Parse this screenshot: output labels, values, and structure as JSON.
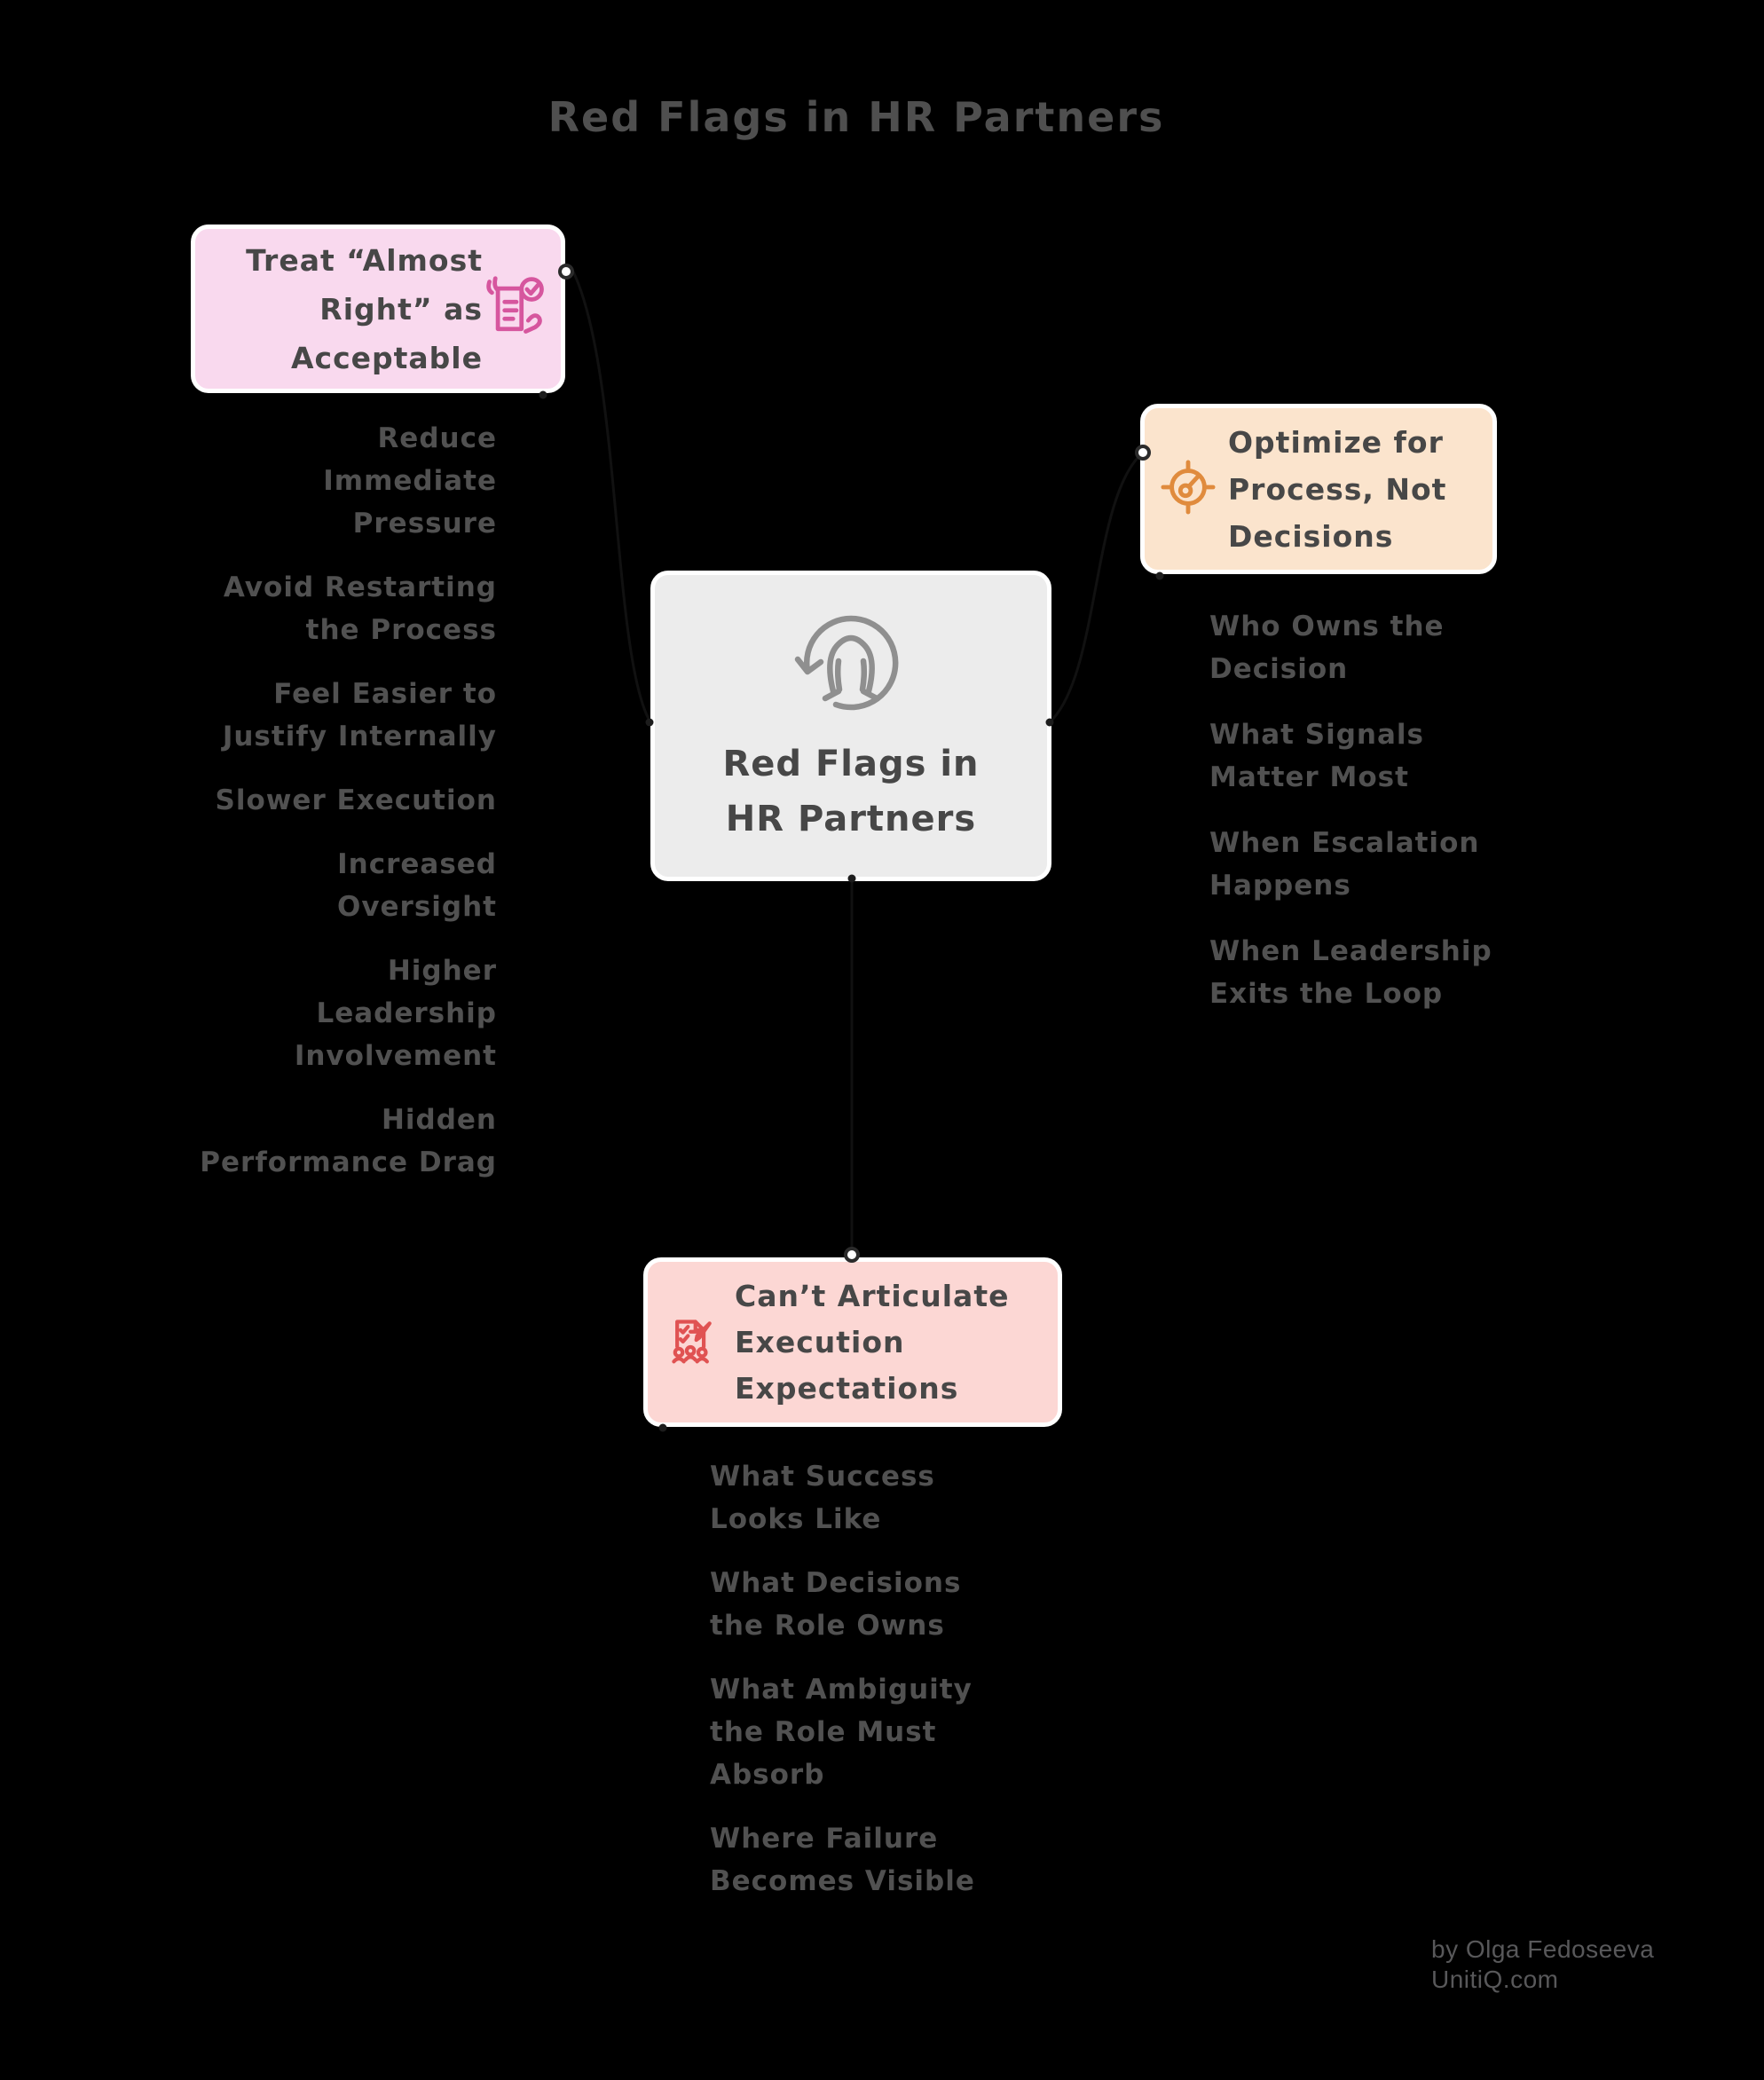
{
  "title": "Red Flags in HR Partners",
  "center": {
    "label": "Red Flags in\nHR Partners",
    "icon": "person-refresh-icon",
    "bg_color": "#ececec",
    "icon_color": "#8f8f8f"
  },
  "branches": [
    {
      "name": "treat-almost-right-as-acceptable",
      "label": "Treat “Almost\nRight” as\nAcceptable",
      "icon": "checklist-hand-icon",
      "bg_color": "#f9d9ee",
      "accent_color": "#d6569e",
      "children": [
        "Reduce\nImmediate\nPressure",
        "Avoid Restarting\nthe Process",
        "Feel Easier to\nJustify Internally",
        "Slower Execution",
        "Increased\nOversight",
        "Higher\nLeadership\nInvolvement",
        "Hidden\nPerformance Drag"
      ]
    },
    {
      "name": "optimize-for-process-not-decisions",
      "label": "Optimize for\nProcess, Not\nDecisions",
      "icon": "target-gauge-icon",
      "bg_color": "#fbe4cd",
      "accent_color": "#e08b3d",
      "children": [
        "Who Owns the\nDecision",
        "What Signals\nMatter Most",
        "When Escalation\nHappens",
        "When Leadership\nExits the Loop"
      ]
    },
    {
      "name": "cant-articulate-execution-expectations",
      "label": "Can’t Articulate\nExecution\nExpectations",
      "icon": "checklist-people-icon",
      "bg_color": "#fcd7d4",
      "accent_color": "#e05252",
      "children": [
        "What Success\nLooks Like",
        "What Decisions\nthe Role Owns",
        "What Ambiguity\nthe Role Must\nAbsorb",
        "Where Failure\nBecomes Visible"
      ]
    }
  ],
  "attribution": {
    "byline": "by Olga Fedoseeva",
    "website": "UnitiQ.com"
  },
  "colors": {
    "background": "#000000",
    "node_border": "#ffffff",
    "title_text": "#4f4f4f",
    "node_text": "#474747",
    "item_text": "#515151",
    "attribution_text": "#58585a"
  }
}
